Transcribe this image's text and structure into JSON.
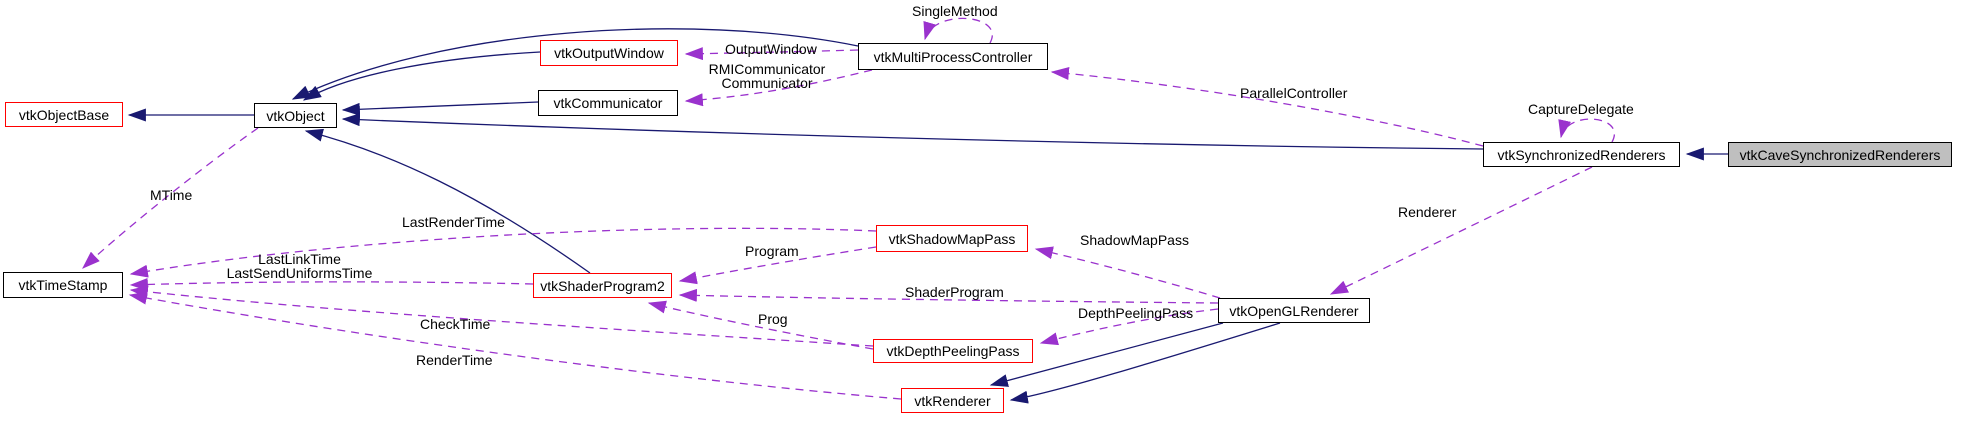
{
  "colors": {
    "background": "#ffffff",
    "inheritance_edge": "#191970",
    "usage_edge": "#9a32cd",
    "node_border": "#000000",
    "highlight_node_border": "#ff0000",
    "current_node_fill": "#bfbfbf",
    "node_fill": "#ffffff",
    "text": "#000000"
  },
  "nodes": [
    {
      "id": "vtkObjectBase",
      "label": "vtkObjectBase",
      "style": "red"
    },
    {
      "id": "vtkObject",
      "label": "vtkObject",
      "style": "plain"
    },
    {
      "id": "vtkOutputWindow",
      "label": "vtkOutputWindow",
      "style": "red"
    },
    {
      "id": "vtkCommunicator",
      "label": "vtkCommunicator",
      "style": "plain"
    },
    {
      "id": "vtkMultiProcessController",
      "label": "vtkMultiProcessController",
      "style": "plain"
    },
    {
      "id": "vtkSynchronizedRenderers",
      "label": "vtkSynchronizedRenderers",
      "style": "plain"
    },
    {
      "id": "vtkCaveSynchronizedRenderers",
      "label": "vtkCaveSynchronizedRenderers",
      "style": "current"
    },
    {
      "id": "vtkTimeStamp",
      "label": "vtkTimeStamp",
      "style": "plain"
    },
    {
      "id": "vtkShaderProgram2",
      "label": "vtkShaderProgram2",
      "style": "red"
    },
    {
      "id": "vtkShadowMapPass",
      "label": "vtkShadowMapPass",
      "style": "red"
    },
    {
      "id": "vtkDepthPeelingPass",
      "label": "vtkDepthPeelingPass",
      "style": "red"
    },
    {
      "id": "vtkOpenGLRenderer",
      "label": "vtkOpenGLRenderer",
      "style": "plain"
    },
    {
      "id": "vtkRenderer",
      "label": "vtkRenderer",
      "style": "red"
    }
  ],
  "edge_labels": {
    "single_method": "SingleMethod",
    "output_window": "OutputWindow",
    "rmi_line1": "RMICommunicator",
    "rmi_line2": "Communicator",
    "parallel_controller": "ParallelController",
    "capture_delegate": "CaptureDelegate",
    "mtime": "MTime",
    "last_render_time": "LastRenderTime",
    "lastlink_line1": "LastLinkTime",
    "lastlink_line2": "LastSendUniformsTime",
    "check_time": "CheckTime",
    "render_time": "RenderTime",
    "program": "Program",
    "shader_program": "ShaderProgram",
    "prog": "Prog",
    "shadow_map_pass": "ShadowMapPass",
    "depth_peeling_pass": "DepthPeelingPass",
    "renderer": "Renderer"
  },
  "edges": [
    {
      "from": "vtkObject",
      "to": "vtkObjectBase",
      "type": "inheritance",
      "label": ""
    },
    {
      "from": "vtkOutputWindow",
      "to": "vtkObject",
      "type": "inheritance",
      "label": ""
    },
    {
      "from": "vtkMultiProcessController",
      "to": "vtkObject",
      "type": "inheritance",
      "label": ""
    },
    {
      "from": "vtkCommunicator",
      "to": "vtkObject",
      "type": "inheritance",
      "label": ""
    },
    {
      "from": "vtkSynchronizedRenderers",
      "to": "vtkObject",
      "type": "inheritance",
      "label": ""
    },
    {
      "from": "vtkShaderProgram2",
      "to": "vtkObject",
      "type": "inheritance",
      "label": ""
    },
    {
      "from": "vtkCaveSynchronizedRenderers",
      "to": "vtkSynchronizedRenderers",
      "type": "inheritance",
      "label": ""
    },
    {
      "from": "vtkOpenGLRenderer",
      "to": "vtkRenderer",
      "type": "inheritance",
      "label": ""
    },
    {
      "from": "vtkOpenGLRenderer",
      "to": "vtkRenderer",
      "type": "inheritance",
      "label": ""
    },
    {
      "from": "vtkObject",
      "to": "vtkTimeStamp",
      "type": "usage",
      "label": "MTime"
    },
    {
      "from": "vtkMultiProcessController",
      "to": "vtkMultiProcessController",
      "type": "usage",
      "label": "SingleMethod"
    },
    {
      "from": "vtkMultiProcessController",
      "to": "vtkOutputWindow",
      "type": "usage",
      "label": "OutputWindow"
    },
    {
      "from": "vtkMultiProcessController",
      "to": "vtkCommunicator",
      "type": "usage",
      "label": "RMICommunicator Communicator"
    },
    {
      "from": "vtkSynchronizedRenderers",
      "to": "vtkMultiProcessController",
      "type": "usage",
      "label": "ParallelController"
    },
    {
      "from": "vtkSynchronizedRenderers",
      "to": "vtkSynchronizedRenderers",
      "type": "usage",
      "label": "CaptureDelegate"
    },
    {
      "from": "vtkSynchronizedRenderers",
      "to": "vtkOpenGLRenderer",
      "type": "usage",
      "label": "Renderer"
    },
    {
      "from": "vtkOpenGLRenderer",
      "to": "vtkShadowMapPass",
      "type": "usage",
      "label": "ShadowMapPass"
    },
    {
      "from": "vtkOpenGLRenderer",
      "to": "vtkShaderProgram2",
      "type": "usage",
      "label": "ShaderProgram"
    },
    {
      "from": "vtkOpenGLRenderer",
      "to": "vtkDepthPeelingPass",
      "type": "usage",
      "label": "DepthPeelingPass"
    },
    {
      "from": "vtkShadowMapPass",
      "to": "vtkShaderProgram2",
      "type": "usage",
      "label": "Program"
    },
    {
      "from": "vtkDepthPeelingPass",
      "to": "vtkShaderProgram2",
      "type": "usage",
      "label": "Prog"
    },
    {
      "from": "vtkShadowMapPass",
      "to": "vtkTimeStamp",
      "type": "usage",
      "label": "LastRenderTime"
    },
    {
      "from": "vtkShaderProgram2",
      "to": "vtkTimeStamp",
      "type": "usage",
      "label": "LastLinkTime LastSendUniformsTime"
    },
    {
      "from": "vtkDepthPeelingPass",
      "to": "vtkTimeStamp",
      "type": "usage",
      "label": "CheckTime"
    },
    {
      "from": "vtkRenderer",
      "to": "vtkTimeStamp",
      "type": "usage",
      "label": "RenderTime"
    }
  ]
}
